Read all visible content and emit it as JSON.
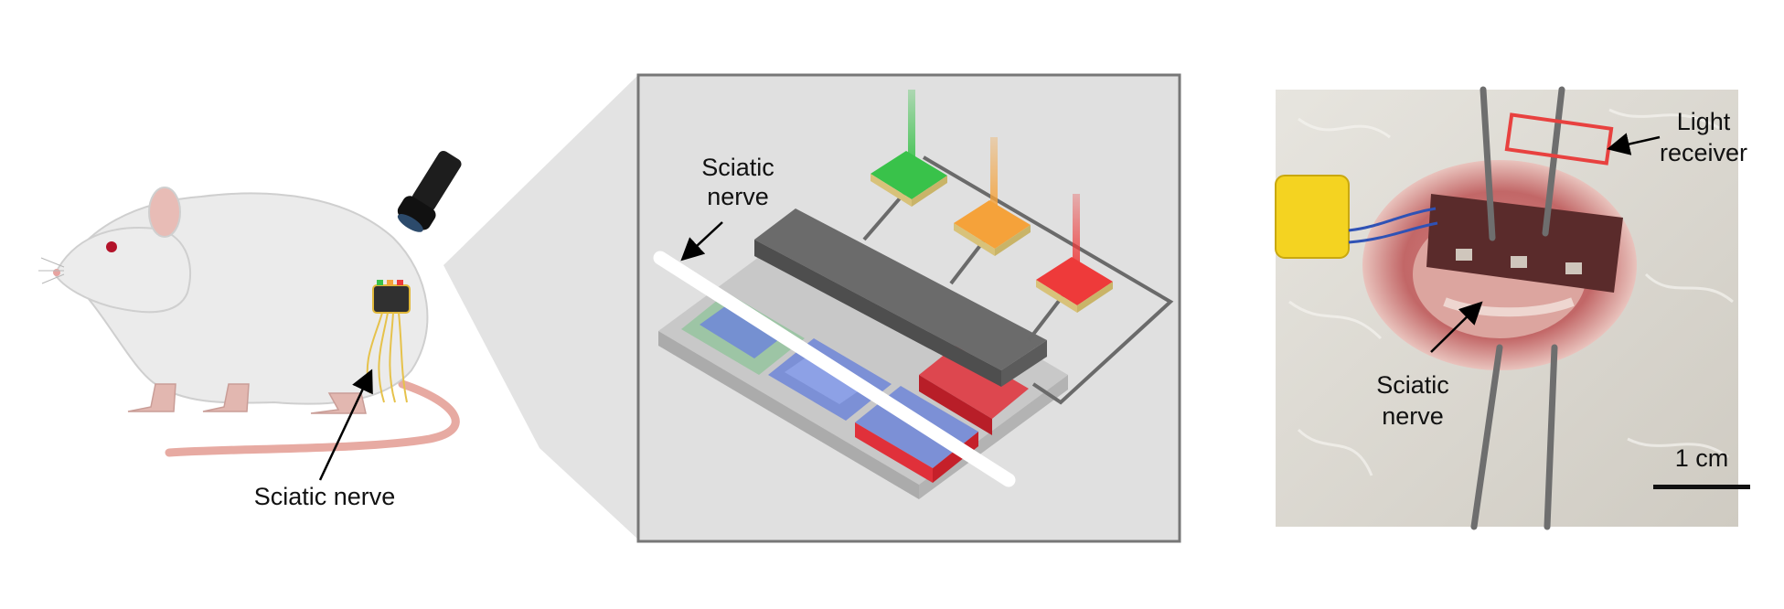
{
  "panel_rat": {
    "label_sciatic_nerve": "Sciatic nerve"
  },
  "panel_device": {
    "label_sciatic": "Sciatic",
    "label_nerve": "nerve",
    "led_colors": {
      "green": "#39c24a",
      "orange": "#f5a23a",
      "red": "#ee3a3a"
    },
    "substrate_colors": {
      "green": "#8fc49a",
      "blue": "#6f86d8",
      "red": "#e0303a"
    }
  },
  "panel_photo": {
    "label_light": "Light",
    "label_receiver": "receiver",
    "label_sciatic": "Sciatic",
    "label_nerve": "nerve",
    "scale_label": "1 cm",
    "highlight_color": "#e8413f"
  }
}
